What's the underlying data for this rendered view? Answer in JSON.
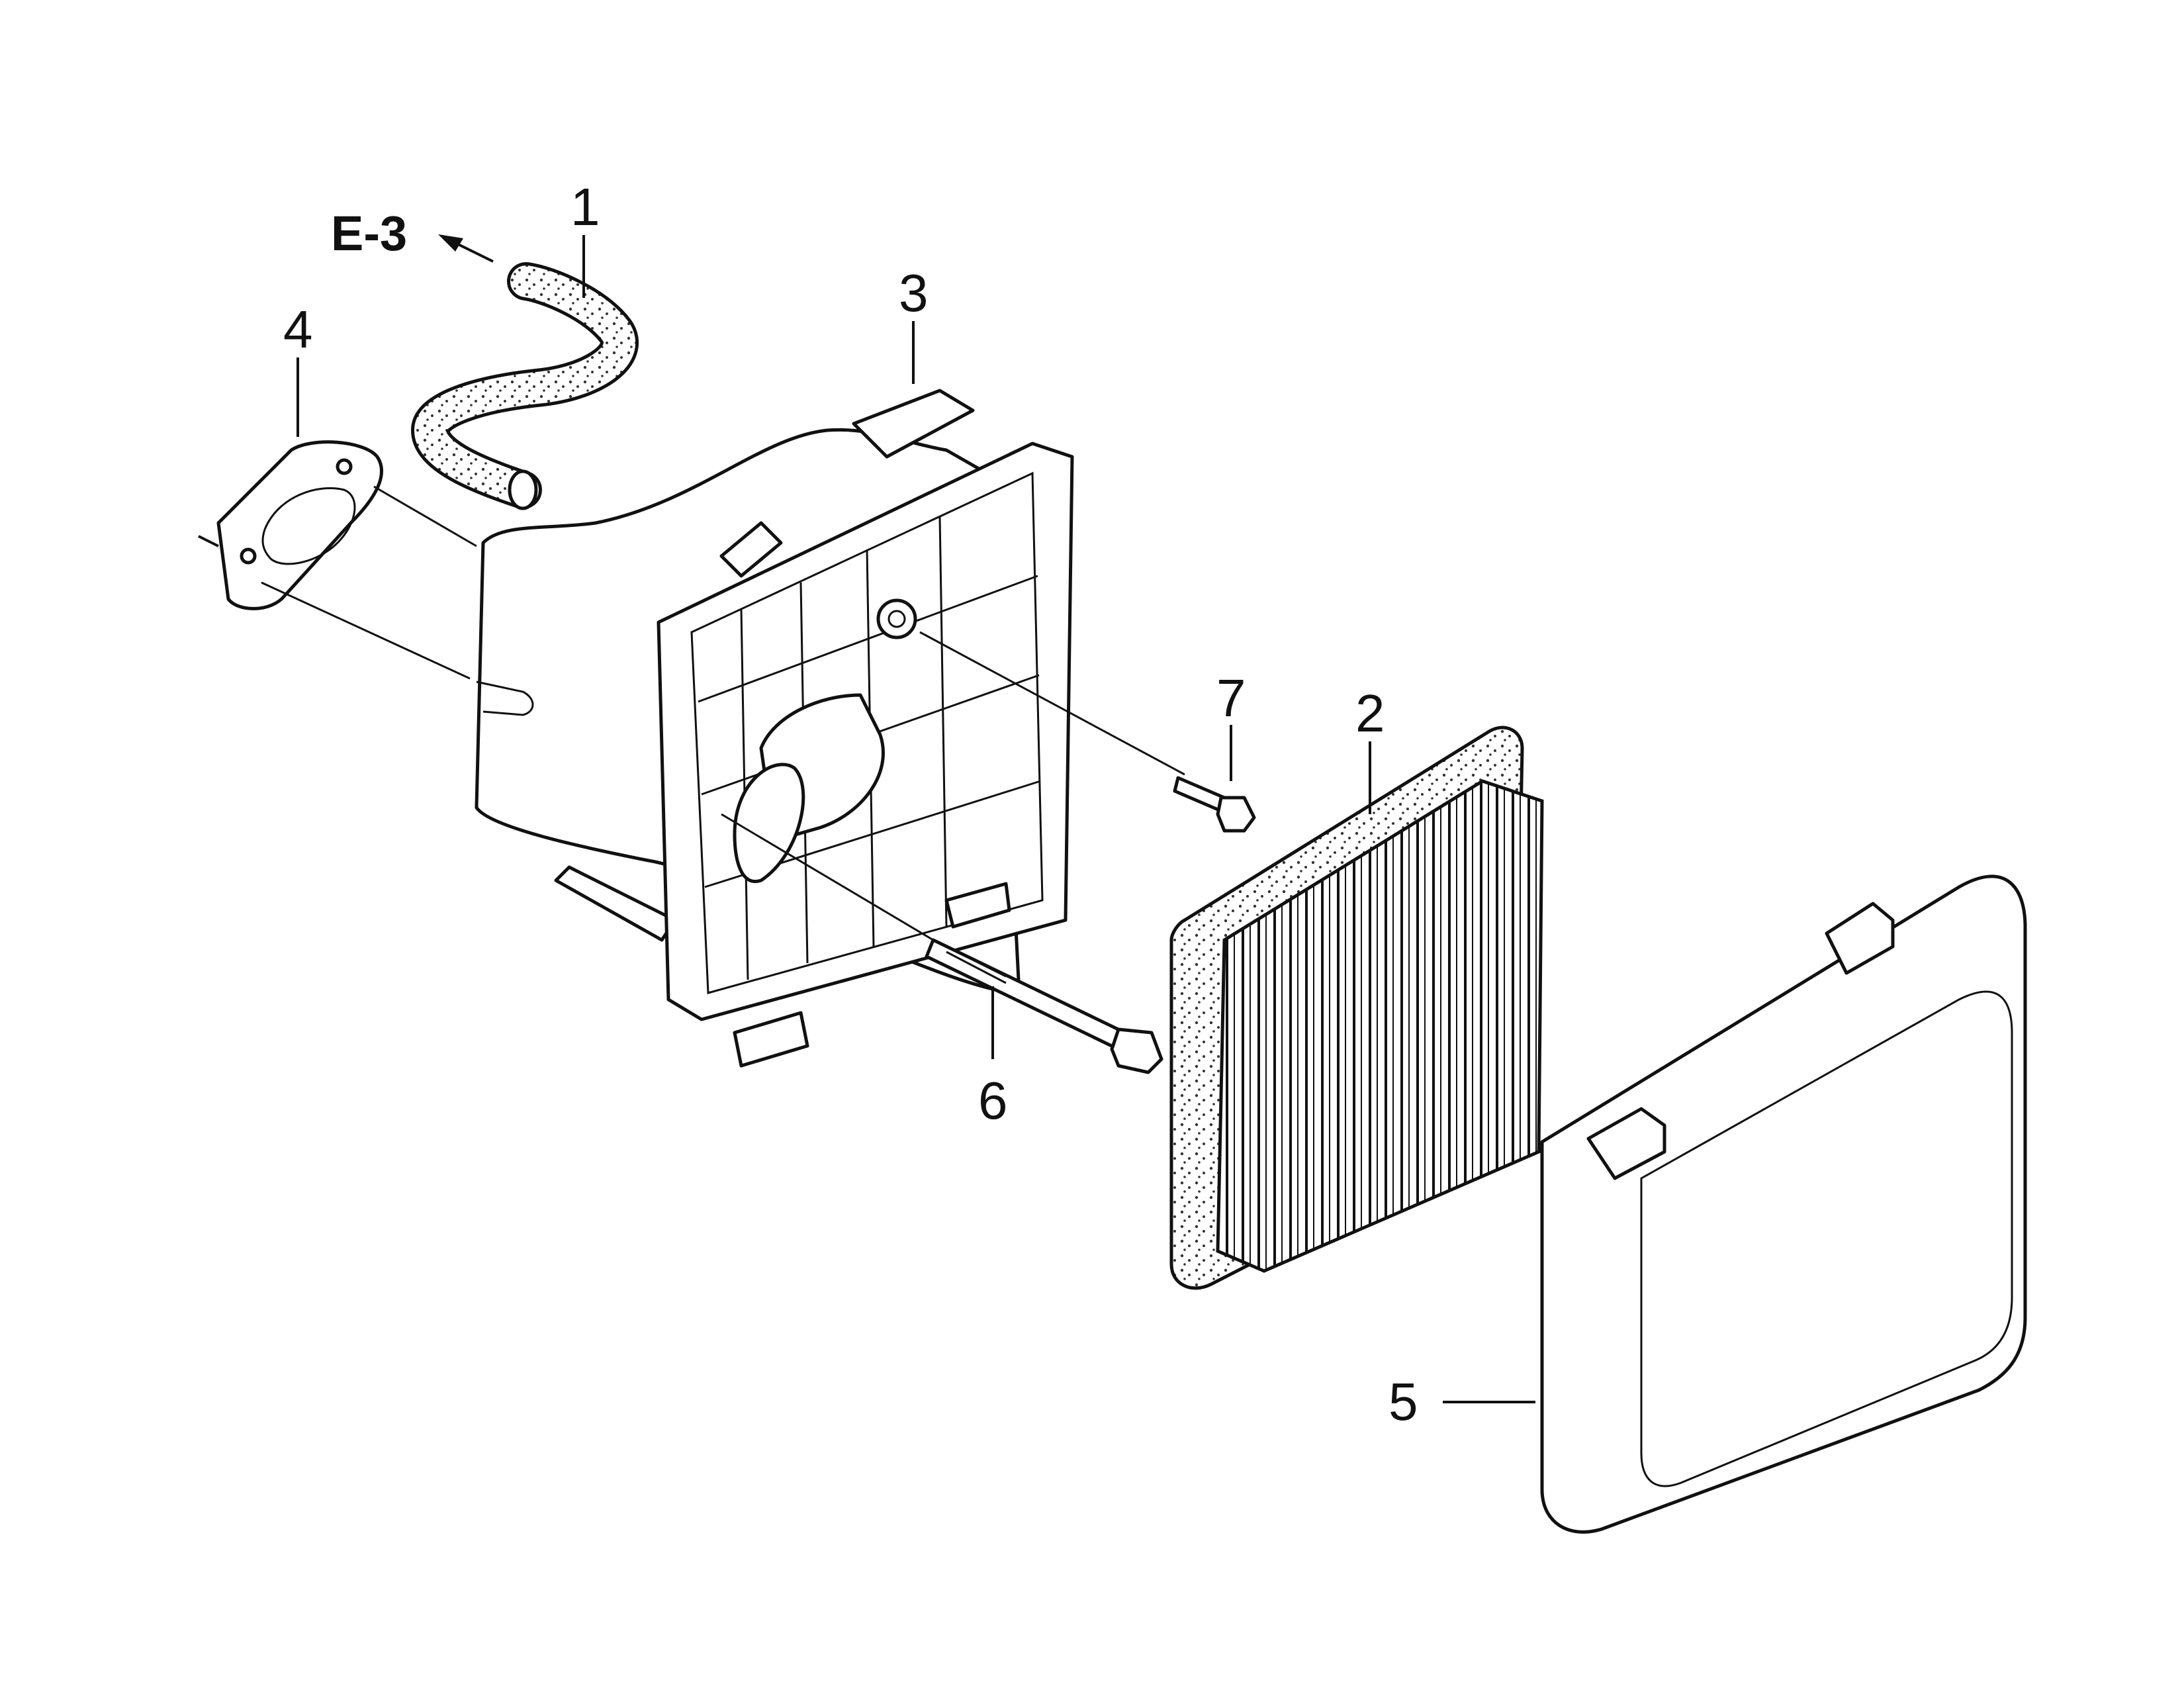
{
  "diagram": {
    "reference": {
      "label": "E-3"
    },
    "callouts": [
      "1",
      "2",
      "3",
      "4",
      "5",
      "6",
      "7"
    ]
  }
}
